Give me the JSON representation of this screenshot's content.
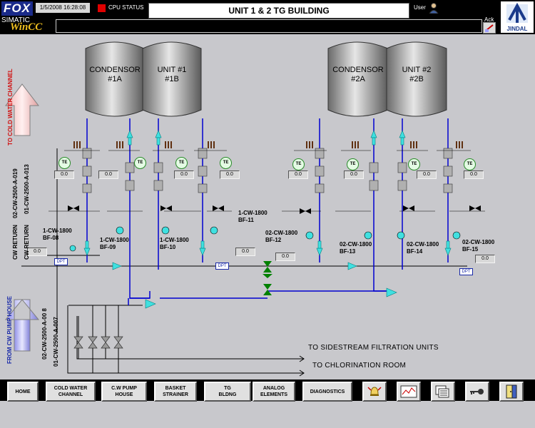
{
  "header": {
    "fox_logo": "FOX",
    "simatic": "SIMATIC",
    "wincc": "WinCC",
    "datetime": "1/5/2008 16:28:08",
    "cpu_status": "CPU STATUS",
    "title": "UNIT 1 & 2      TG BUILDING",
    "user_label": "User",
    "ack_label": "Ack",
    "company": "JINDAL"
  },
  "tanks": {
    "t1a": "CONDENSOR\n#1A",
    "t1b": "UNIT #1\n#1B",
    "t2a": "CONDENSOR\n#2A",
    "t2b": "UNIT #2\n#2B"
  },
  "valves": {
    "bf08": {
      "line": "1-CW-1800",
      "tag": "BF-08"
    },
    "bf09": {
      "line": "1-CW-1800",
      "tag": "BF-09"
    },
    "bf10": {
      "line": "1-CW-1800",
      "tag": "BF-10"
    },
    "bf11": {
      "line": "1-CW-1800",
      "tag": "BF-11"
    },
    "bf12": {
      "line": "02-CW-1800",
      "tag": "BF-12"
    },
    "bf13": {
      "line": "02-CW-1800",
      "tag": "BF-13"
    },
    "bf14": {
      "line": "02-CW-1800",
      "tag": "BF-14"
    },
    "bf15": {
      "line": "02-CW-1800",
      "tag": "BF-15"
    }
  },
  "te_label": "TE",
  "value": "0.0",
  "value_alt": "0.0",
  "dpt": "DPT",
  "pipes": {
    "to_cold": "TO COLD WATER CHANNEL",
    "cw_return_1": "CW RETURN",
    "cw_return_1_line": "02-CW-2500-A-019",
    "cw_return_2": "CW RETURN",
    "cw_return_2_line": "01-CW-2500-A-013",
    "from_pump": "FROM CW PUMP HOUSE",
    "supply_1": "02-CW-2500-A-00 8",
    "supply_2": "01-CW-2500-A-007"
  },
  "destinations": {
    "sidestream": "TO SIDESTREAM FILTRATION UNITS",
    "chlorination": "TO CHLORINATION ROOM"
  },
  "nav": {
    "home": "HOME",
    "cold_water": "COLD WATER\nCHANNEL",
    "cw_pump": "C.W PUMP\nHOUSE",
    "basket": "BASKET\nSTRAINER",
    "tg": "TG\nBLDNG",
    "analog": "ANALOG\nELEMENTS",
    "diagnostics": "DIAGNOSTICS"
  },
  "colors": {
    "pipe_blue": "#0000d0",
    "flow_cyan": "#40e0e0",
    "alarm_red": "#e00000",
    "valve_green": "#008000"
  }
}
